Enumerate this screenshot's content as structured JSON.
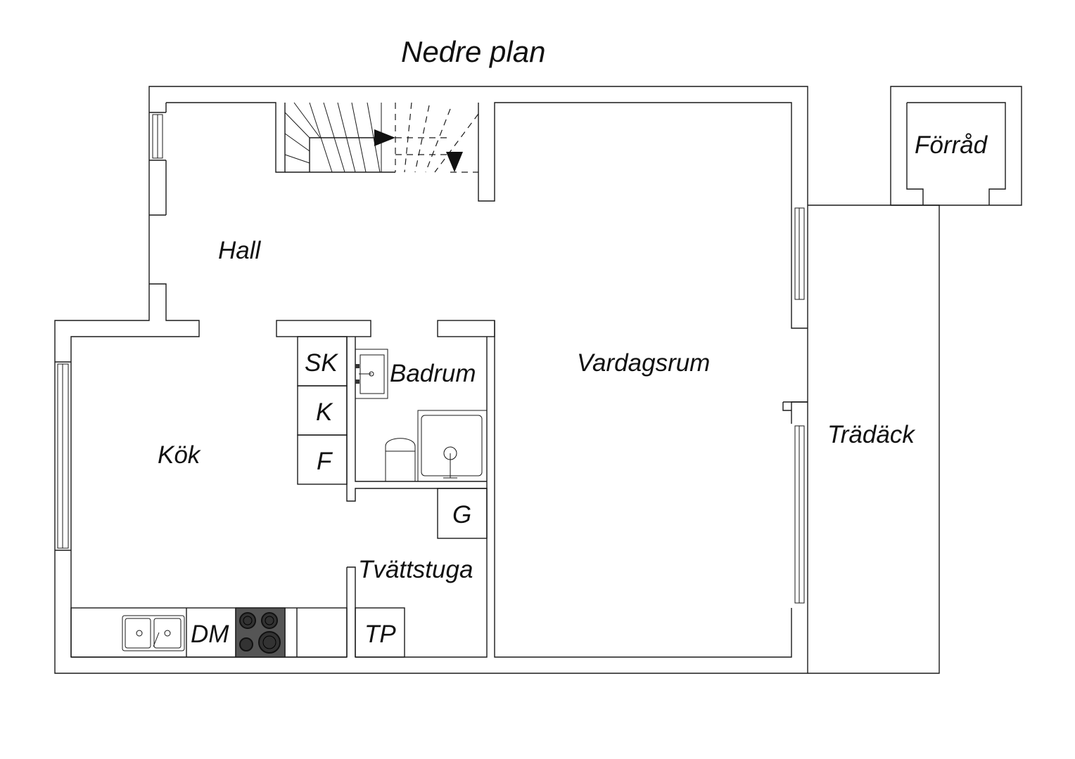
{
  "title": "Nedre plan",
  "rooms": {
    "hall": "Hall",
    "vardagsrum": "Vardagsrum",
    "forrad": "Förråd",
    "badrum": "Badrum",
    "kok": "Kök",
    "tradack": "Trädäck",
    "tvattstuga": "Tvättstuga"
  },
  "fixtures": {
    "sk": "SK",
    "k": "K",
    "f": "F",
    "g": "G",
    "dm": "DM",
    "tp": "TP"
  },
  "colors": {
    "line": "#1a1a1a",
    "background": "#ffffff",
    "stove": "#555555"
  }
}
